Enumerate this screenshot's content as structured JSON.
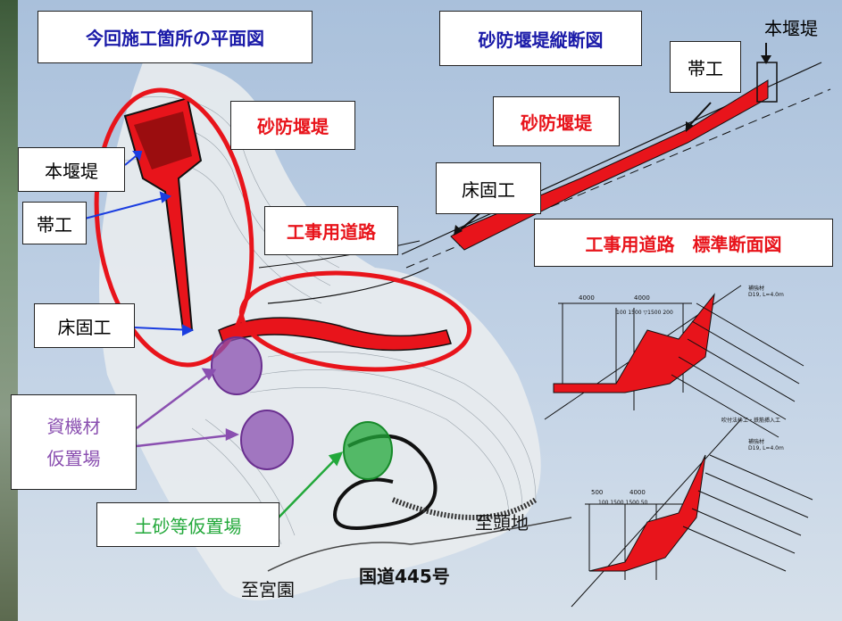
{
  "titles": {
    "plan_view": "今回施工箇所の平面図",
    "longitudinal": "砂防堰堤縦断図",
    "road_section": "工事用道路　標準断面図"
  },
  "labels": {
    "sabo_plan": "砂防堰堤",
    "sabo_long": "砂防堰堤",
    "road_plan": "工事用道路",
    "main_dam_plan": "本堰堤",
    "apron_plan": "帯工",
    "sill_plan": "床固工",
    "main_dam_long": "本堰堤",
    "apron_long": "帯工",
    "sill_long": "床固工",
    "materials_yard": "資機材\n仮置場",
    "soil_yard": "土砂等仮置場",
    "to_toji": "至頭地",
    "to_miyazono": "至宮園",
    "route": "国道445号"
  },
  "section_annotations": {
    "top_left_width": "4000",
    "top_right_width": "4000",
    "top_sub": "100 1500 ▽1500 200",
    "bottom_left_width": "500",
    "bottom_right_width": "4000",
    "bottom_sub": "100 1500 1500 50",
    "anchor_top": "補強材\nD19, L=4.0m",
    "anchor_bottom": "補強材\nD19, L=4.0m",
    "mid_note": "吹付法枠工・鉄筋挿入工"
  },
  "colors": {
    "accent_red": "#e8141b",
    "title_blue": "#1a1aa8",
    "purple": "#8a4fb0",
    "green": "#22a83a",
    "highlight_blue": "#1a3de0"
  }
}
